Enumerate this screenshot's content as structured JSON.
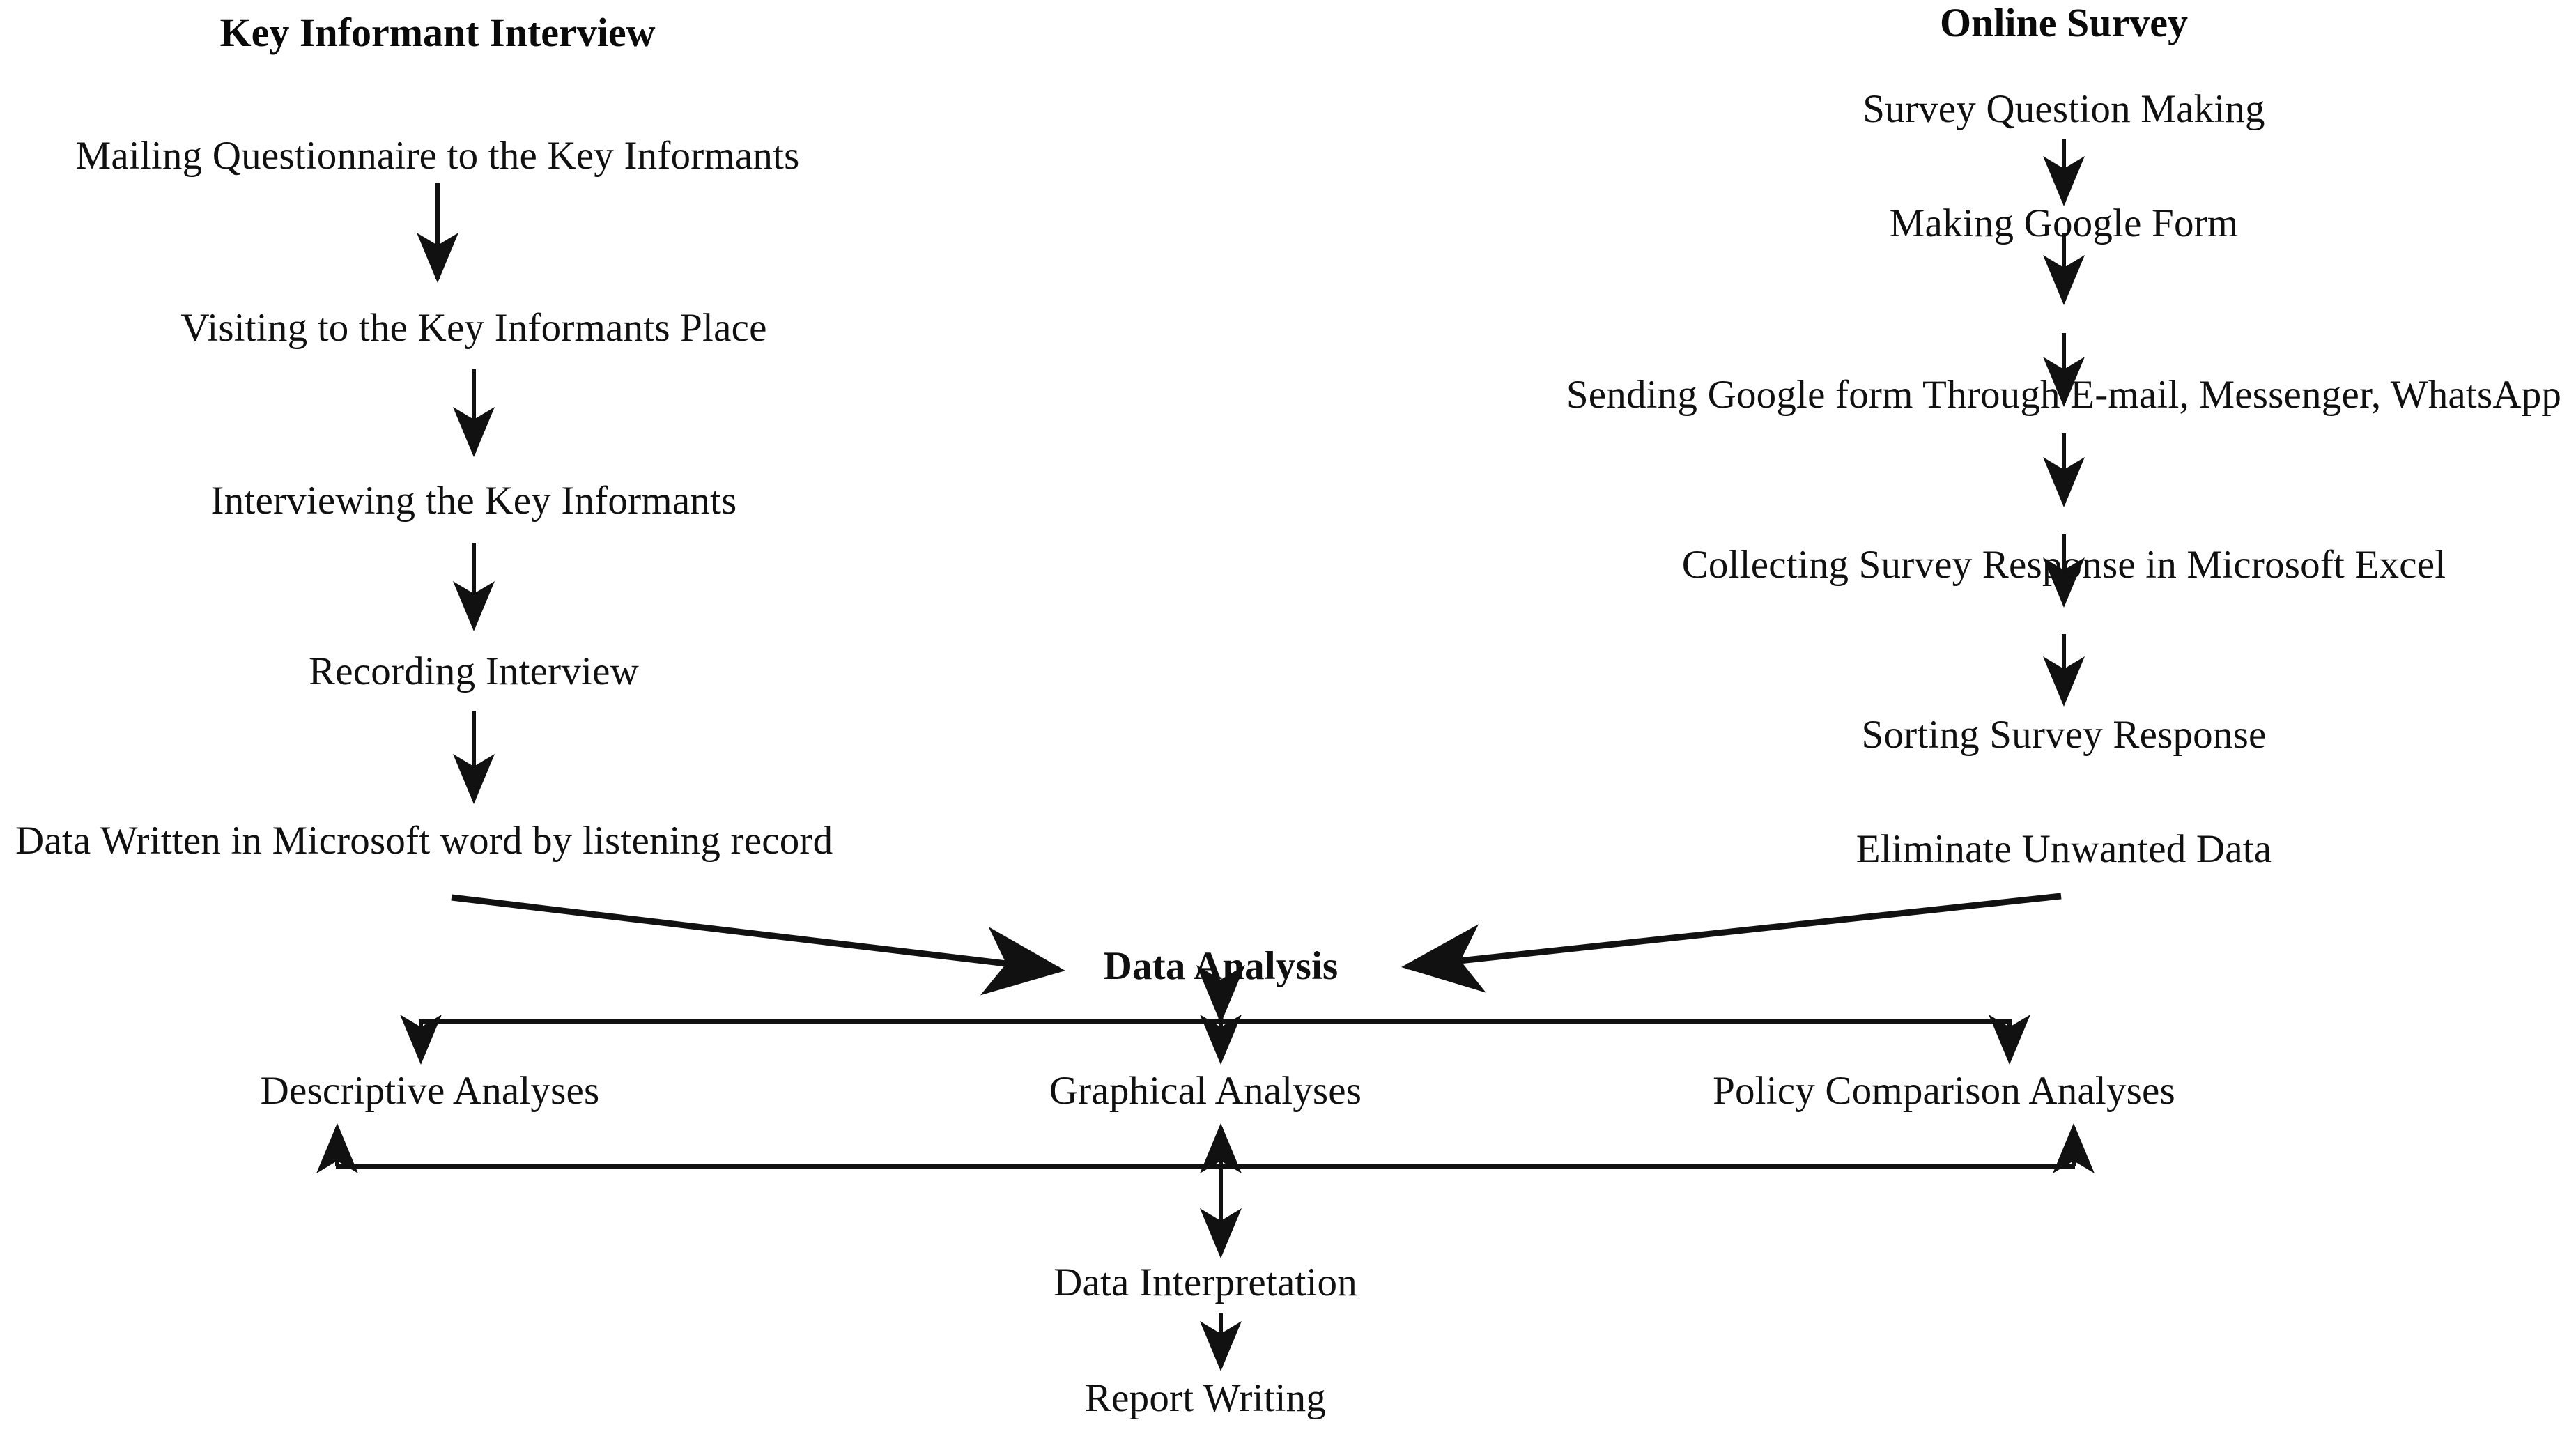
{
  "diagram": {
    "title": "Research Methodology Flowchart",
    "background_color": "#ffffff",
    "line_color": "#111111",
    "text_color": "#101010"
  },
  "branches": {
    "left": {
      "heading": "Key Informant Interview",
      "steps": [
        "Mailing Questionnaire to the Key Informants",
        "Visiting to the Key Informants Place",
        "Interviewing the Key Informants",
        "Recording Interview",
        "Data Written in Microsoft word by listening record"
      ]
    },
    "right": {
      "heading": "Online Survey",
      "steps": [
        "Survey Question Making",
        "Making Google Form",
        "Sending Google form Through E-mail, Messenger, WhatsApp",
        "Collecting Survey Response in Microsoft Excel",
        "Sorting Survey Response",
        "Eliminate Unwanted Data"
      ]
    }
  },
  "merge": {
    "label": "Data Analysis"
  },
  "analyses": [
    "Descriptive Analyses",
    "Graphical Analyses",
    "Policy Comparison Analyses"
  ],
  "outputs": [
    "Data Interpretation",
    "Report Writing"
  ]
}
